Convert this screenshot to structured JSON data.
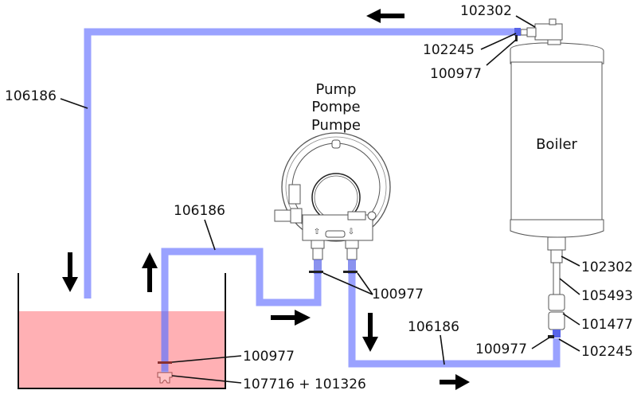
{
  "diagram": {
    "title": "Water circuit: tank, pump and boiler",
    "components": {
      "pump_label_lines": [
        "Pump",
        "Pompe",
        "Pumpe"
      ],
      "boiler_label": "Boiler"
    },
    "part_labels": {
      "top_fitting_102302": "102302",
      "top_clamp_102245": "102245",
      "top_clip_100977": "100977",
      "return_tube_106186": "106186",
      "suction_tube_106186": "106186",
      "pump_clips_100977": "100977",
      "pressure_tube_106186": "106186",
      "boiler_fitting_102302": "102302",
      "boiler_pipe_105493": "105493",
      "boiler_coupling_101477": "101477",
      "boiler_clip_100977": "100977",
      "boiler_clamp_102245": "102245",
      "tank_clip_100977": "100977",
      "tank_filter": "107716 + 101326"
    },
    "flow_arrows": [
      "left",
      "down",
      "up",
      "right",
      "down",
      "right"
    ],
    "colors": {
      "tube": "#9aa2ff",
      "water": "#ffb0b4",
      "text": "#111111"
    }
  }
}
